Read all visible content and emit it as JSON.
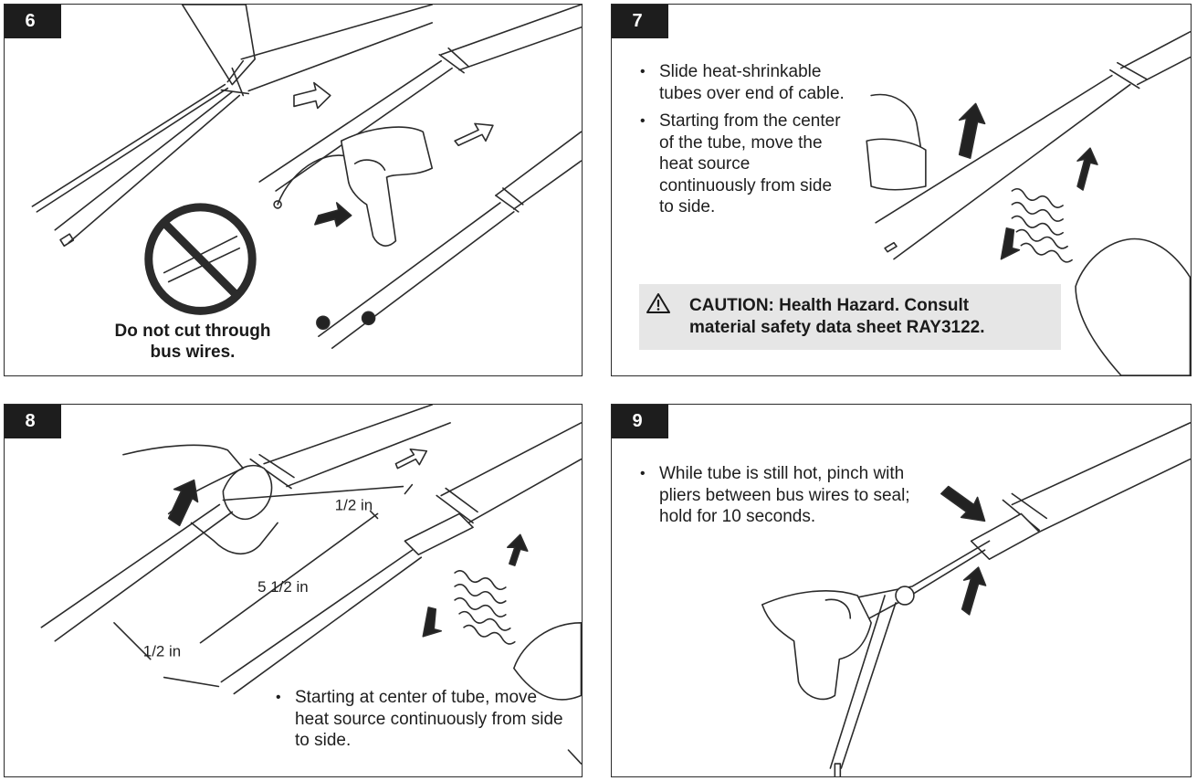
{
  "panels": [
    {
      "step": "6",
      "warning": [
        "Do not cut through",
        "bus wires."
      ]
    },
    {
      "step": "7",
      "bullets": [
        "Slide heat-shrinkable tubes over end of cable.",
        "Starting from the center of the tube, move the heat source continuously from side to side."
      ],
      "caution": {
        "icon": "warning-triangle-icon",
        "lines": [
          "CAUTION: Health Hazard. Consult",
          "material safety data sheet RAY3122."
        ]
      }
    },
    {
      "step": "8",
      "dimensions": [
        "1/2 in",
        "5 1/2 in",
        "1/2 in"
      ],
      "bullets": [
        "Starting at center of tube, move heat source continuously from side to side."
      ]
    },
    {
      "step": "9",
      "bullets": [
        "While tube is still hot, pinch with pliers between bus wires to seal; hold for 10 seconds."
      ]
    }
  ],
  "colors": {
    "label_bg": "#1d1d1d",
    "caution_bg": "#e6e6e6",
    "line": "#2b2b2b"
  }
}
